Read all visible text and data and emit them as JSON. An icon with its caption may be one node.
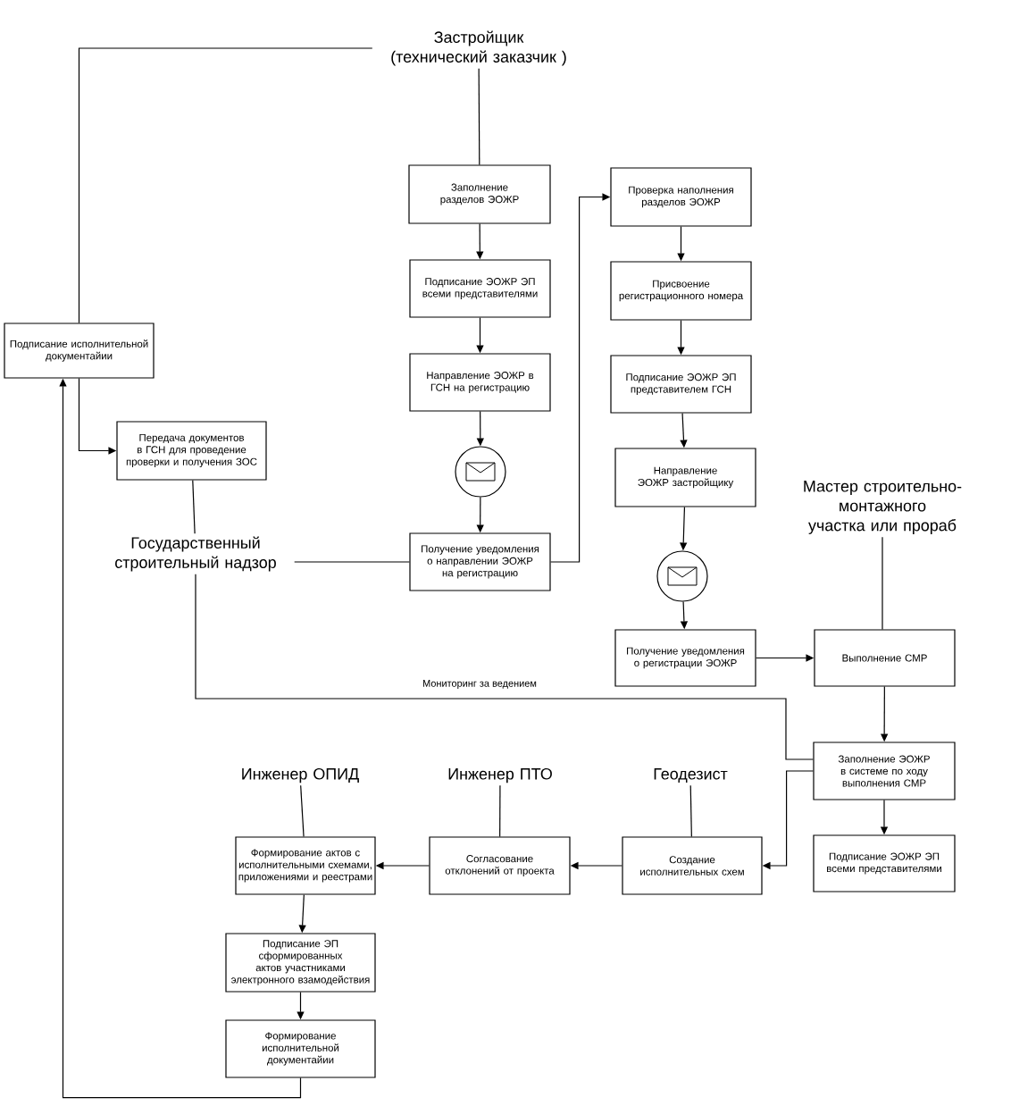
{
  "diagram": {
    "nodes": [
      {
        "text": [
          "Застройщик (технический заказчик )"
        ]
      },
      {
        "text": [
          "Подписание исполнительной документайии"
        ]
      },
      {
        "text": [
          "Заполнение разделов ЭОЖР"
        ]
      },
      {
        "text": [
          "Подписание ЭОЖР ЭП всеми представителями"
        ]
      },
      {
        "text": [
          "Направление ЭОЖР в ГСН на регистрацию"
        ]
      },
      {
        "text": [],
        "shape": "circle"
      },
      {
        "text": [
          "Передача документов в ГСН для проведение проверки и получения ЗОС"
        ]
      },
      {
        "text": [
          "Государственный строительный надзор"
        ]
      },
      {
        "text": [
          "Получение уведомления о направлении ЭОЖР на регистрацию"
        ]
      },
      {
        "text": [
          "Проверка наполнения разделов ЭОЖР"
        ]
      },
      {
        "text": [
          "Присвоение регистрационного номера"
        ]
      },
      {
        "text": [
          "Подписание ЭОЖР ЭП представителем ГСН"
        ]
      },
      {
        "text": [
          "Направление ЭОЖР застройщику"
        ]
      },
      {
        "text": [],
        "shape": "circle"
      },
      {
        "text": [
          "Мастер строительно-монтажного участка или прораб"
        ]
      },
      {
        "text": [
          "Получение уведомления о регистрации ЭОЖР"
        ]
      },
      {
        "text": [
          "Выполнение СМР"
        ]
      },
      {
        "text": [
          "Заполнение ЭОЖР в системе по ходу выполнения СМР"
        ]
      },
      {
        "text": [
          "Подписание ЭОЖР ЭП всеми представителями"
        ]
      },
      {
        "text": [
          "Инженер ОПИД"
        ]
      },
      {
        "text": [
          "Инженер ПТО"
        ]
      },
      {
        "text": [
          "Геодезист"
        ]
      },
      {
        "text": [
          "Формирование актов с исполнительными схемами, приложениями и реестрами"
        ]
      },
      {
        "text": [
          "Согласование отклонений от проекта"
        ]
      },
      {
        "text": [
          "Создание исполнительных схем"
        ]
      },
      {
        "text": [
          "Подписание ЭП сформированных актов участниками электронного взамодействия"
        ]
      },
      {
        "text": [
          "Формирование исполнительной документайии"
        ]
      }
    ],
    "edges": [
      {
        "from": 0,
        "to": 1,
        "arrow": "none"
      },
      {
        "from": 0,
        "to": 2,
        "arrow": "none"
      },
      {
        "from": 2,
        "to": 3,
        "arrow": "to"
      },
      {
        "from": 3,
        "to": 4,
        "arrow": "to"
      },
      {
        "from": 4,
        "to": 5,
        "arrow": "to"
      },
      {
        "from": 5,
        "to": 8,
        "arrow": "to"
      },
      {
        "from": 1,
        "to": 6,
        "arrow": "to"
      },
      {
        "from": 6,
        "to": 7,
        "arrow": "none"
      },
      {
        "from": 7,
        "to": 8,
        "arrow": "none"
      },
      {
        "from": 8,
        "to": 9,
        "arrow": "to"
      },
      {
        "from": 9,
        "to": 10,
        "arrow": "to"
      },
      {
        "from": 10,
        "to": 11,
        "arrow": "to"
      },
      {
        "from": 11,
        "to": 12,
        "arrow": "to"
      },
      {
        "from": 12,
        "to": 13,
        "arrow": "to"
      },
      {
        "from": 13,
        "to": 15,
        "arrow": "to"
      },
      {
        "from": 14,
        "to": 16,
        "arrow": "none"
      },
      {
        "from": 15,
        "to": 16,
        "arrow": "to"
      },
      {
        "from": 16,
        "to": 17,
        "arrow": "to"
      },
      {
        "from": 7,
        "to": 17,
        "arrow": "none",
        "label": "Мониторинг за ведением"
      },
      {
        "from": 17,
        "to": 24,
        "arrow": "to"
      },
      {
        "from": 17,
        "to": 18,
        "arrow": "to"
      },
      {
        "from": 21,
        "to": 24,
        "arrow": "none"
      },
      {
        "from": 20,
        "to": 23,
        "arrow": "none"
      },
      {
        "from": 19,
        "to": 22,
        "arrow": "none"
      },
      {
        "from": 24,
        "to": 23,
        "arrow": "to"
      },
      {
        "from": 23,
        "to": 22,
        "arrow": "to"
      },
      {
        "from": 22,
        "to": 25,
        "arrow": "to"
      },
      {
        "from": 25,
        "to": 26,
        "arrow": "to"
      },
      {
        "from": 26,
        "to": 1,
        "arrow": "to"
      }
    ]
  }
}
